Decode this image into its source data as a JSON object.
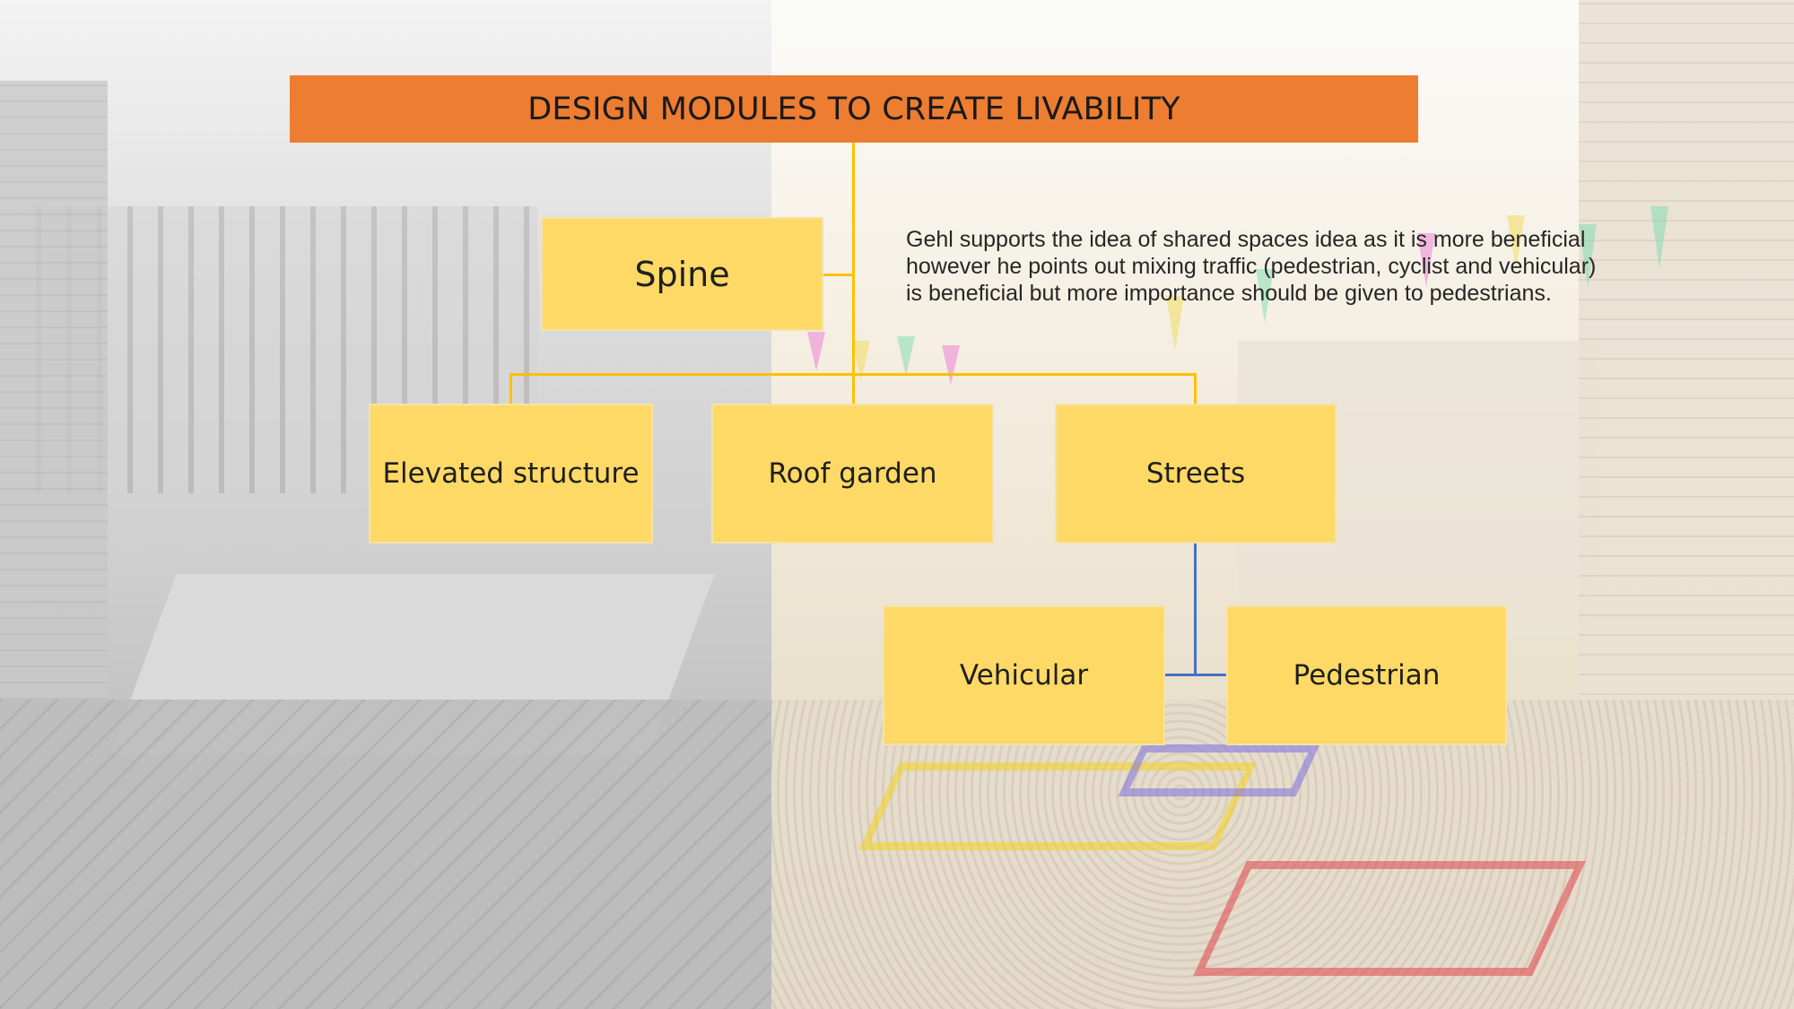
{
  "title": "DESIGN MODULES TO CREATE LIVABILITY",
  "nodes": {
    "spine": "Spine",
    "elevated_structure": "Elevated structure",
    "roof_garden": "Roof garden",
    "streets": "Streets",
    "vehicular": "Vehicular",
    "pedestrian": "Pedestrian"
  },
  "description": "Gehl supports the idea of shared spaces idea as it is more beneficial however he points out mixing traffic (pedestrian, cyclist and vehicular) is beneficial but more importance should be given to pedestrians.",
  "colors": {
    "title_bar": "#ed7d31",
    "node_fill": "#ffd966",
    "connector_main": "#ffc000",
    "connector_sub": "#4472c4"
  }
}
